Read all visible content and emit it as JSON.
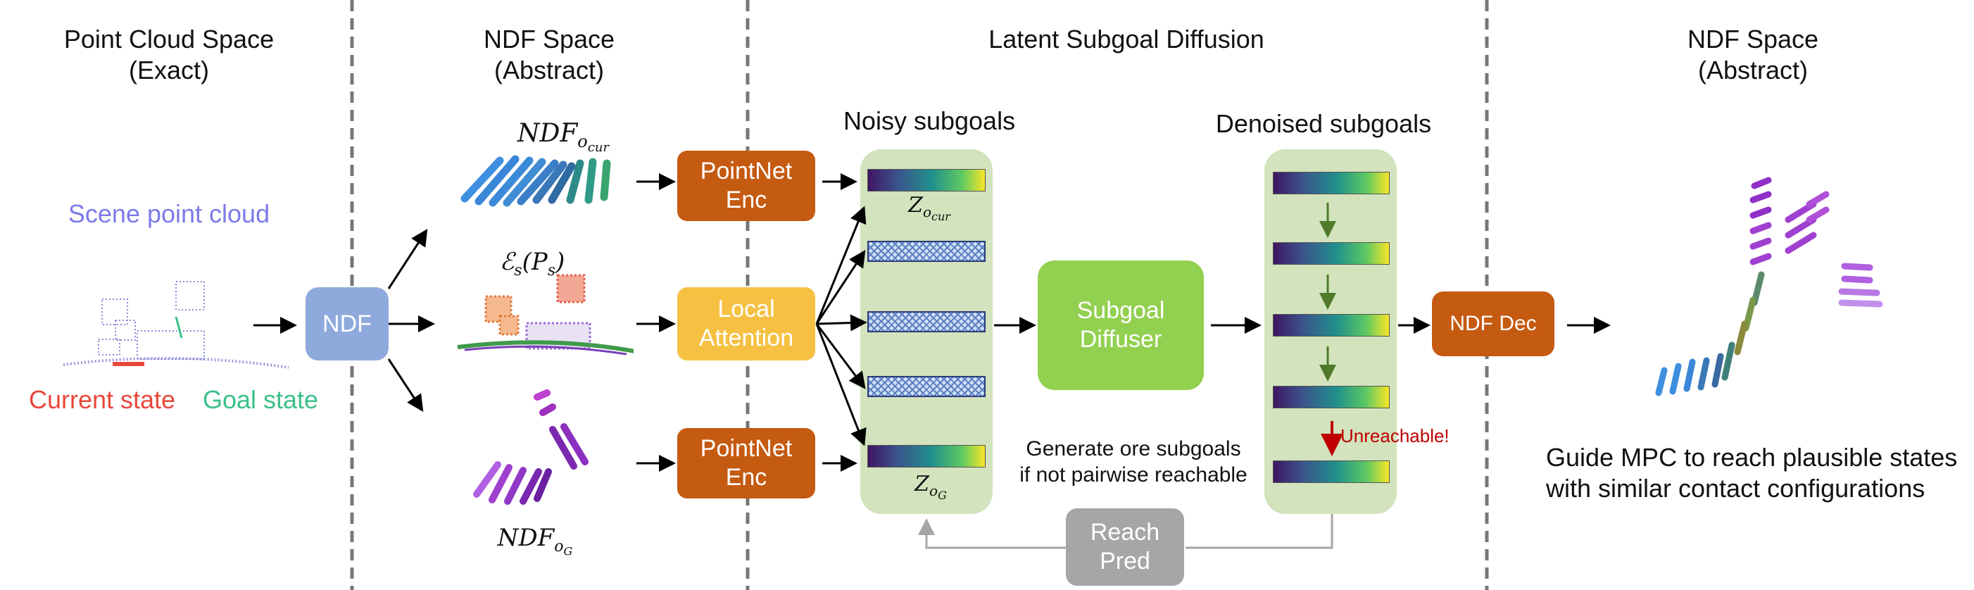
{
  "sections": {
    "point_cloud": "Point Cloud Space\n(Exact)",
    "ndf_left": "NDF Space\n(Abstract)",
    "latent": "Latent Subgoal Diffusion",
    "ndf_right": "NDF Space\n(Abstract)"
  },
  "labels": {
    "scene_point_cloud": "Scene point cloud",
    "current_state": "Current state",
    "goal_state": "Goal state",
    "ndf_cur": "NDF",
    "ndf_cur_sub": "o",
    "ndf_cur_subsub": "cur",
    "encoder_s": "ℰ",
    "encoder_s_sub": "s",
    "encoder_arg": "(P",
    "encoder_arg_sub": "s",
    "encoder_close": ")",
    "ndf_g": "NDF",
    "ndf_g_sub": "o",
    "ndf_g_subsub": "G",
    "noisy_subgoals": "Noisy subgoals",
    "denoised_subgoals": "Denoised subgoals",
    "z_cur": "Z",
    "z_cur_sub": "o",
    "z_cur_subsub": "cur",
    "z_g": "Z",
    "z_g_sub": "o",
    "z_g_subsub": "G",
    "generate_note": "Generate ore subgoals\nif not pairwise reachable",
    "unreachable": "Unreachable!",
    "guide_note": "Guide MPC to reach plausible states\nwith similar contact configurations"
  },
  "boxes": {
    "ndf": "NDF",
    "pointnet_top": "PointNet\nEnc",
    "local_attention": "Local\nAttention",
    "pointnet_bottom": "PointNet\nEnc",
    "subgoal_diffuser": "Subgoal\nDiffuser",
    "ndf_dec": "NDF Dec",
    "reach_pred": "Reach\nPred"
  },
  "colors": {
    "ndf_box": "#8ea9db",
    "pointnet": "#c55a11",
    "local_attention": "#f6c143",
    "subgoal_diffuser": "#92d050",
    "panel": "#d2e3bd",
    "reach_pred": "#a6a6a6",
    "scene_label": "#7b7bea",
    "current_state": "#e8483b",
    "goal_state": "#3cc08a",
    "unreachable": "#c00000",
    "green_arrow": "#4e7a2a"
  }
}
